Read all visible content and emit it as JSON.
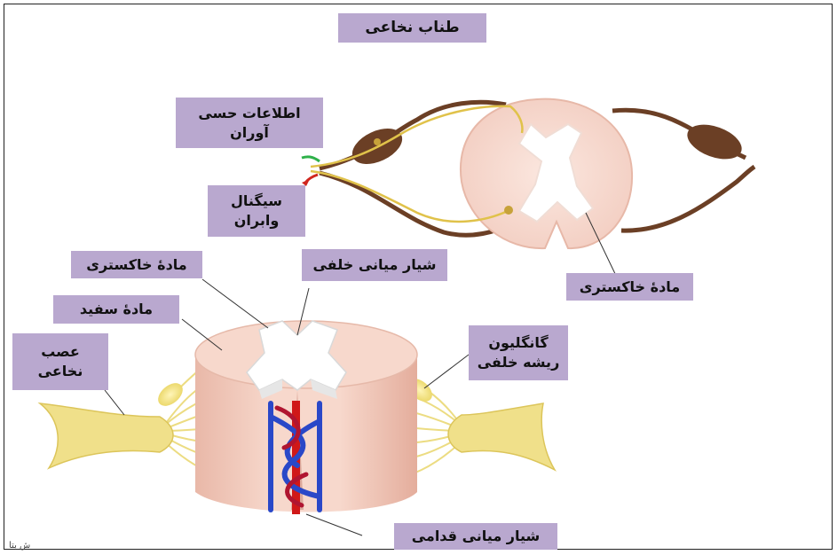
{
  "labels": {
    "title": "طناب نخاعی",
    "sensory_info": [
      "اطلاعات حسی",
      "آوران"
    ],
    "efferent_signal": [
      "سیگنال",
      "وابران"
    ],
    "gray_matter_top": "مادهٔ خاکستری",
    "gray_matter_bottom": "مادهٔ خاکستری",
    "posterior_median_sulcus": "شیار میانی خلفی",
    "white_matter": "مادهٔ سفید",
    "spinal_nerve": [
      "عصب",
      "نخاعی"
    ],
    "dorsal_root_ganglion": [
      "گانگلیون",
      "ریشه خلفی"
    ],
    "anterior_median_fissure": "شیار میانی قدامی"
  },
  "watermark": "ش بتا",
  "colors": {
    "label_bg": "#b9a8cf",
    "cord_pink": "#f6dad0",
    "gray_matter_white": "#ffffff",
    "nerve_yellow": "#f0e08a",
    "nerve_brown": "#6b3f25",
    "artery_red": "#d01818",
    "vein_blue": "#2a48c8"
  }
}
